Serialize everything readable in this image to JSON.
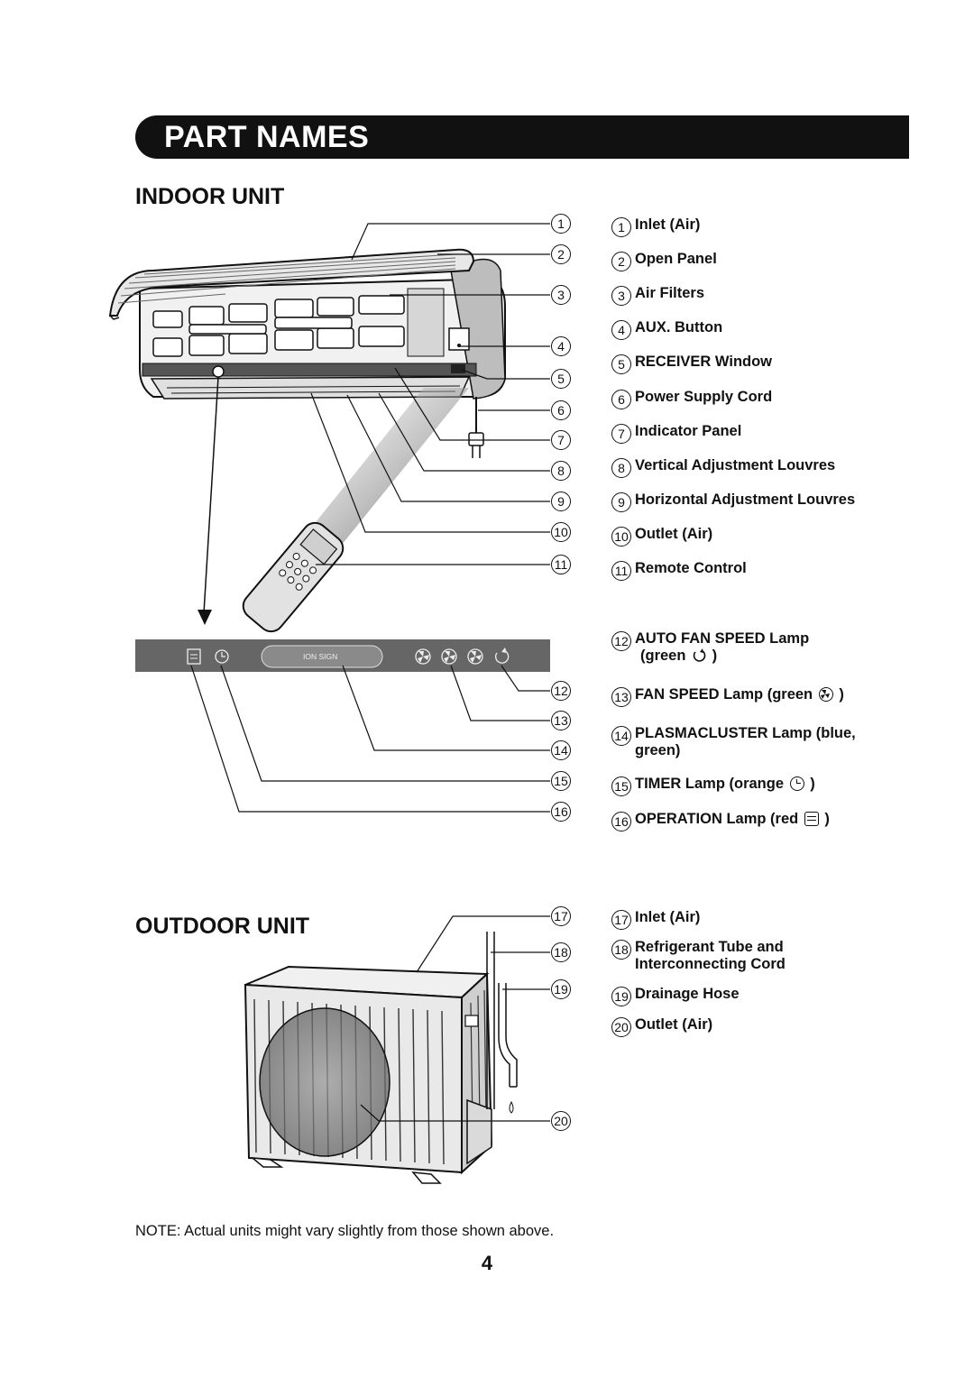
{
  "banner": {
    "title": "PART NAMES"
  },
  "indoor": {
    "title": "INDOOR UNIT",
    "parts": [
      {
        "num": "1",
        "label": "Inlet (Air)"
      },
      {
        "num": "2",
        "label": "Open Panel"
      },
      {
        "num": "3",
        "label": "Air Filters"
      },
      {
        "num": "4",
        "label": "AUX. Button"
      },
      {
        "num": "5",
        "label": "RECEIVER Window"
      },
      {
        "num": "6",
        "label": "Power Supply Cord"
      },
      {
        "num": "7",
        "label": "Indicator Panel"
      },
      {
        "num": "8",
        "label": "Vertical Adjustment Louvres"
      },
      {
        "num": "9",
        "label": "Horizontal Adjustment Louvres"
      },
      {
        "num": "10",
        "label": "Outlet (Air)"
      },
      {
        "num": "11",
        "label": "Remote Control"
      }
    ],
    "lamps": [
      {
        "num": "12",
        "line1": "AUTO FAN SPEED Lamp",
        "line2": "(green",
        "close": ")",
        "icon": "auto-fan-icon"
      },
      {
        "num": "13",
        "line1": "FAN SPEED Lamp (green",
        "close": ")",
        "icon": "fan-icon"
      },
      {
        "num": "14",
        "line1": "PLASMACLUSTER Lamp (blue,",
        "line2": "green)"
      },
      {
        "num": "15",
        "line1": "TIMER Lamp (orange",
        "close": ")",
        "icon": "clock-icon"
      },
      {
        "num": "16",
        "line1": "OPERATION Lamp (red",
        "close": ")",
        "icon": "operation-icon"
      }
    ],
    "panel_text": "ION SIGN"
  },
  "outdoor": {
    "title": "OUTDOOR UNIT",
    "parts": [
      {
        "num": "17",
        "label": "Inlet (Air)"
      },
      {
        "num": "18",
        "line1": "Refrigerant Tube and",
        "line2": "Interconnecting Cord"
      },
      {
        "num": "19",
        "label": "Drainage Hose"
      },
      {
        "num": "20",
        "label": "Outlet (Air)"
      }
    ]
  },
  "note": "NOTE:  Actual units might vary slightly from those shown above.",
  "page_number": "4"
}
